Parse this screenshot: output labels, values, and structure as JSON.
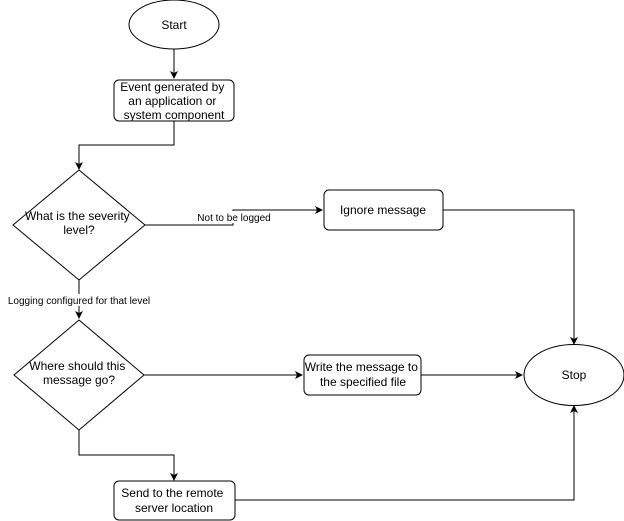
{
  "nodes": {
    "start": "Start",
    "event": [
      "Event generated by",
      "an application or",
      "system component"
    ],
    "severity": [
      "What is the severity",
      "level?"
    ],
    "ignore": "Ignore message",
    "destination": [
      "Where should this",
      "message go?"
    ],
    "write_file": [
      "Write the message to",
      "the specified file"
    ],
    "stop": "Stop",
    "remote": [
      "Send to the remote",
      "server location"
    ]
  },
  "edges": {
    "not_logged": "Not to be logged",
    "logging_configured": "Logging configured for that level"
  }
}
